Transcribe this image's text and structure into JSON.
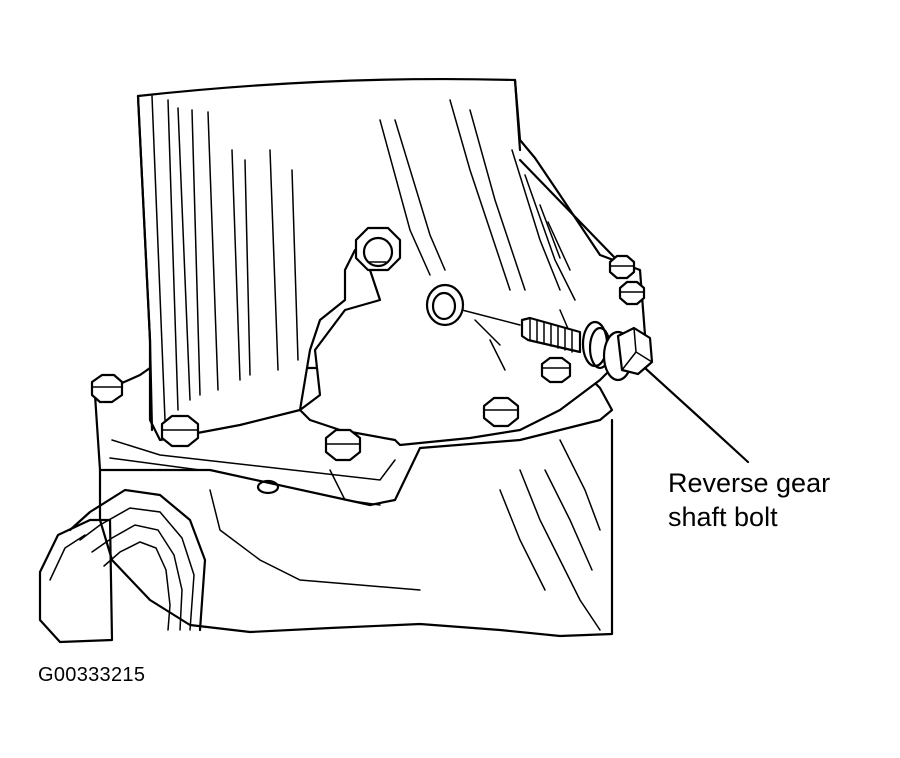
{
  "diagram": {
    "callout": {
      "line1": "Reverse gear",
      "line2": "shaft bolt"
    },
    "figure_id": "G00333215",
    "stroke_color": "#000000",
    "background_color": "#ffffff"
  }
}
